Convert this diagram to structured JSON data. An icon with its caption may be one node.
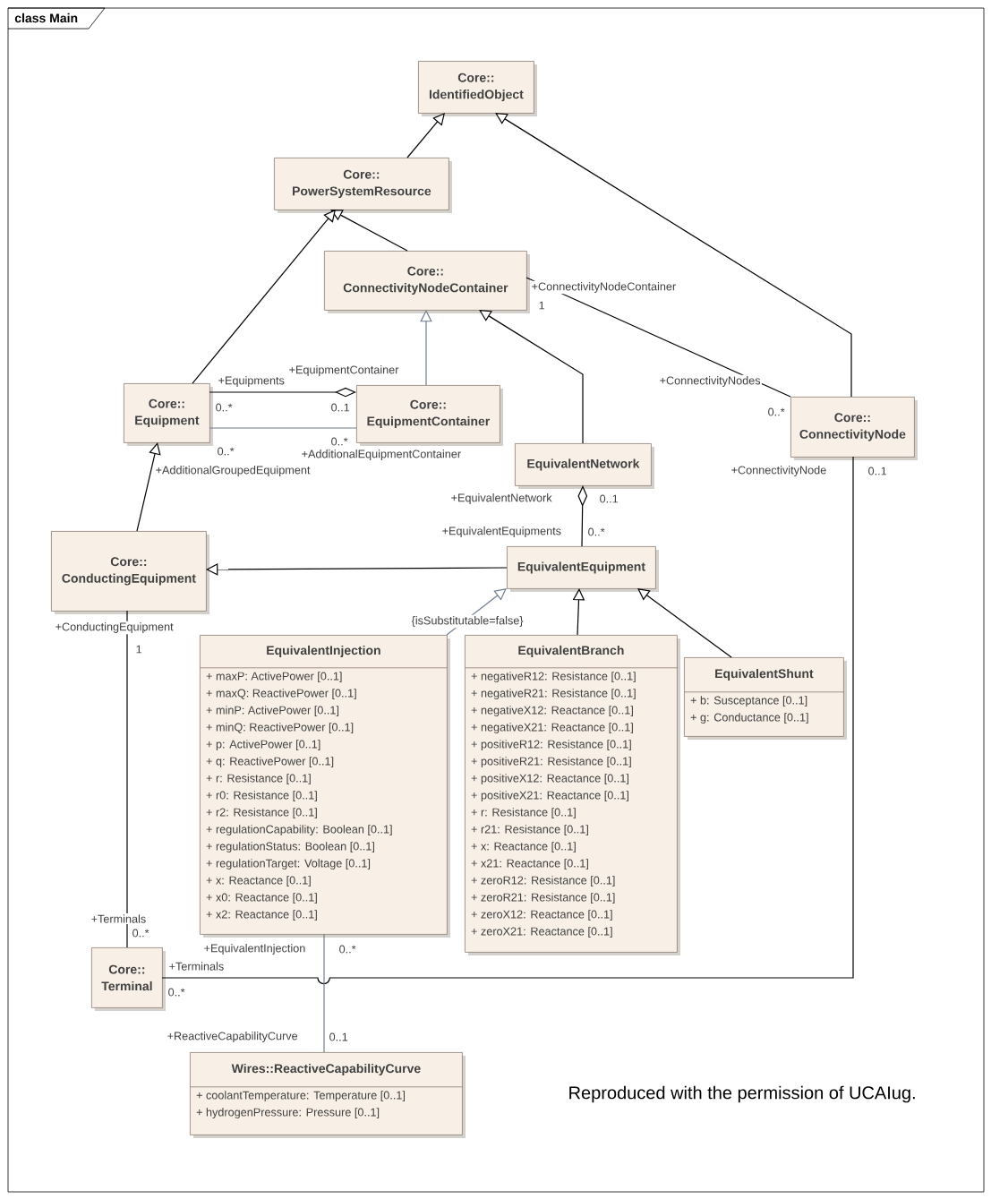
{
  "diagram": {
    "title": "class Main",
    "nodes": [
      {
        "text": [
          "Core:: IdentifiedObject"
        ]
      },
      {
        "text": [
          "Core:: PowerSystemResource"
        ]
      },
      {
        "text": [
          "Core:: ConnectivityNodeContainer"
        ]
      },
      {
        "text": [
          "Core:: Equipment"
        ]
      },
      {
        "text": [
          "Core:: EquipmentContainer"
        ]
      },
      {
        "text": [
          "EquivalentNetwork"
        ]
      },
      {
        "text": [
          "Core:: ConnectivityNode"
        ]
      },
      {
        "text": [
          "Core:: ConductingEquipment"
        ]
      },
      {
        "text": [
          "EquivalentEquipment"
        ]
      },
      {
        "text": [
          "EquivalentInjection",
          "+ maxP: ActivePower [0..1]",
          "+ maxQ: ReactivePower [0..1]",
          "+ minP: ActivePower [0..1]",
          "+ minQ: ReactivePower [0..1]",
          "+ p: ActivePower [0..1]",
          "+ q: ReactivePower [0..1]",
          "+ r: Resistance [0..1]",
          "+ r0: Resistance [0..1]",
          "+ r2: Resistance [0..1]",
          "+ regulationCapability: Boolean [0..1]",
          "+ regulationStatus: Boolean [0..1]",
          "+ regulationTarget: Voltage [0..1]",
          "+ x: Reactance [0..1]",
          "+ x0: Reactance [0..1]",
          "+ x2: Reactance [0..1]"
        ]
      },
      {
        "text": [
          "EquivalentBranch",
          "+ negativeR12: Resistance [0..1]",
          "+ negativeR21: Resistance [0..1]",
          "+ negativeX12: Reactance [0..1]",
          "+ negativeX21: Reactance [0..1]",
          "+ positiveR12: Resistance [0..1]",
          "+ positiveR21: Resistance [0..1]",
          "+ positiveX12: Reactance [0..1]",
          "+ positiveX21: Reactance [0..1]",
          "+ r: Resistance [0..1]",
          "+ r21: Resistance [0..1]",
          "+ x: Reactance [0..1]",
          "+ x21: Reactance [0..1]",
          "+ zeroR12: Resistance [0..1]",
          "+ zeroR21: Resistance [0..1]",
          "+ zeroX12: Reactance [0..1]",
          "+ zeroX21: Reactance [0..1]"
        ]
      },
      {
        "text": [
          "EquivalentShunt",
          "+ b: Susceptance [0..1]",
          "+ g: Conductance [0..1]"
        ]
      },
      {
        "text": [
          "Core:: Terminal"
        ]
      },
      {
        "text": [
          "Wires::ReactiveCapabilityCurve",
          "+ coolantTemperature: Temperature [0..1]",
          "+ hydrogenPressure: Pressure [0..1]"
        ]
      }
    ],
    "edges": [
      {
        "from": 1,
        "to": 0,
        "arrow": "to"
      },
      {
        "from": 2,
        "to": 1,
        "arrow": "to"
      },
      {
        "from": 3,
        "to": 1,
        "arrow": "to"
      },
      {
        "from": 6,
        "to": 0,
        "arrow": "to"
      },
      {
        "from": 4,
        "to": 2,
        "arrow": "to",
        "color": "#6f7d90"
      },
      {
        "from": 5,
        "to": 2,
        "arrow": "to"
      },
      {
        "from": 3,
        "to": 4,
        "arrow": "other"
      },
      {
        "from": 3,
        "to": 4,
        "arrow": "none",
        "color": "#6f7d90"
      },
      {
        "from": 2,
        "to": 6,
        "arrow": "none"
      },
      {
        "from": 7,
        "to": 3,
        "arrow": "to"
      },
      {
        "from": 8,
        "to": 7,
        "arrow": "to"
      },
      {
        "from": 8,
        "to": 5,
        "arrow": "other"
      },
      {
        "from": 9,
        "to": 8,
        "arrow": "to",
        "label": "{isSubstitutable=false}",
        "color": "#6f7d90"
      },
      {
        "from": 10,
        "to": 8,
        "arrow": "to"
      },
      {
        "from": 11,
        "to": 8,
        "arrow": "to"
      },
      {
        "from": 7,
        "to": 12,
        "arrow": "none"
      },
      {
        "from": 12,
        "to": 6,
        "arrow": "none"
      },
      {
        "from": 9,
        "to": 13,
        "arrow": "none",
        "color": "#6f7d90"
      }
    ],
    "labels": [
      "+EquipmentContainer",
      "+Equipments",
      "0..*",
      "0..1",
      "0..*",
      "0..*",
      "+AdditionalEquipmentContainer",
      "+AdditionalGroupedEquipment",
      "+ConnectivityNodeContainer",
      "1",
      "+ConnectivityNodes",
      "0..*",
      "+ConnectivityNode",
      "0..1",
      "+EquivalentNetwork",
      "0..1",
      "+EquivalentEquipments",
      "0..*",
      "+ConductingEquipment",
      "1",
      "+Terminals",
      "0..*",
      "+EquivalentInjection",
      "0..*",
      "+Terminals",
      "0..*",
      "+ReactiveCapabilityCurve",
      "0..1",
      "Reproduced with the permission of UCAIug."
    ]
  }
}
